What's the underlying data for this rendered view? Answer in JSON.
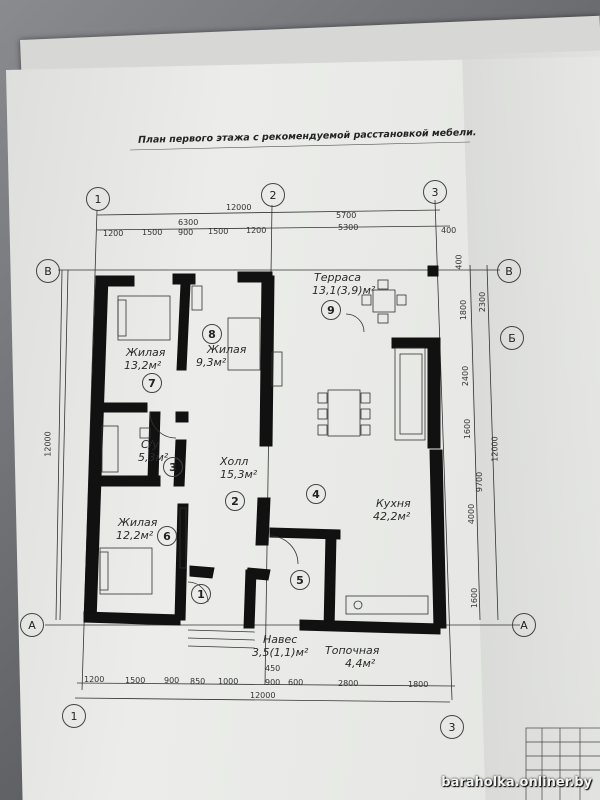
{
  "title": "План первого этажа с рекомендуемой расстановкой мебели.",
  "axes": {
    "top": [
      "1",
      "2",
      "3"
    ],
    "bottom": [
      "1",
      "3"
    ],
    "left": [
      "В",
      "А"
    ],
    "right": [
      "В",
      "Б",
      "А"
    ]
  },
  "dims": {
    "top_total": "12000",
    "top_a": "6300",
    "top_b": "5700",
    "top_c": "5300",
    "top_segments": [
      "1200",
      "1500",
      "900",
      "1500",
      "1200"
    ],
    "top_right": "400",
    "bottom_segments": [
      "1200",
      "1500",
      "900",
      "850",
      "1000",
      "900",
      "600",
      "2800",
      "1800"
    ],
    "bottom_450": "450",
    "bottom_total": "12000",
    "left_total": "12000",
    "right_total": "12000",
    "right_a": "9700",
    "right_b": "2300",
    "right_segments": [
      "400",
      "1800",
      "2400",
      "1600",
      "4000",
      "1600"
    ]
  },
  "rooms": [
    {
      "name": "Терраса",
      "area": "13,1(3,9)м²",
      "num": "9"
    },
    {
      "name": "Жилая",
      "area": "9,3м²",
      "num": "8"
    },
    {
      "name": "Жилая",
      "area": "13,2м²",
      "num": "7"
    },
    {
      "name": "С/у",
      "area": "5,3м²",
      "num": "3"
    },
    {
      "name": "Холл",
      "area": "15,3м²",
      "num": "2"
    },
    {
      "name": "",
      "area": "",
      "num": "4"
    },
    {
      "name": "Кухня",
      "area": "42,2м²",
      "num": ""
    },
    {
      "name": "Жилая",
      "area": "12,2м²",
      "num": "6"
    },
    {
      "name": "",
      "area": "",
      "num": "1"
    },
    {
      "name": "",
      "area": "",
      "num": "5"
    },
    {
      "name": "Навес",
      "area": "3,5(1,1)м²",
      "num": ""
    },
    {
      "name": "Топочная",
      "area": "4,4м²",
      "num": ""
    }
  ],
  "watermark": "baraholka.onliner.by",
  "colors": {
    "paper": "#e9e9e6",
    "wall": "#111111",
    "backdrop": "#6e6f73"
  }
}
